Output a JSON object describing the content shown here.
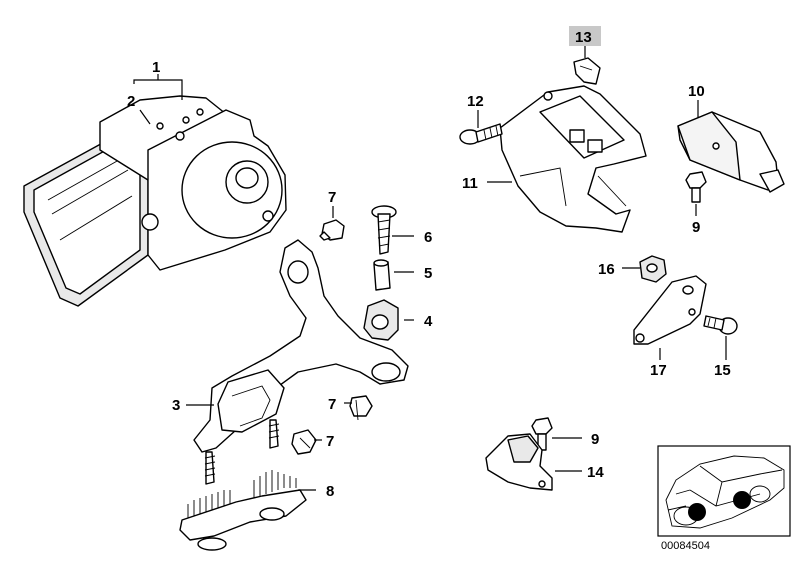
{
  "callouts": {
    "c1": "1",
    "c2": "2",
    "c3": "3",
    "c4": "4",
    "c5": "5",
    "c6": "6",
    "c7a": "7",
    "c7b": "7",
    "c7c": "7",
    "c8": "8",
    "c9a": "9",
    "c9b": "9",
    "c10": "10",
    "c11": "11",
    "c12": "12",
    "c13": "13",
    "c14": "14",
    "c15": "15",
    "c16": "16",
    "c17": "17"
  },
  "reference_number": "00084504",
  "colors": {
    "line": "#000000",
    "highlight_box": "#c8c8c8",
    "marker": "#000000"
  }
}
